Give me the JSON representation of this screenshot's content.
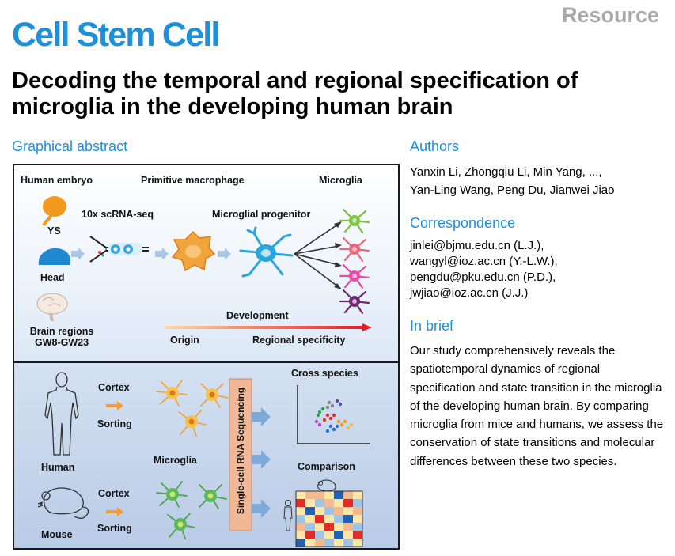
{
  "header": {
    "article_type": "Resource",
    "journal": "Cell Stem Cell",
    "title": "Decoding the temporal and regional specification of microglia in the developing human brain"
  },
  "graphical_abstract": {
    "heading": "Graphical abstract",
    "top": {
      "human_embryo": "Human embryo",
      "primitive_macrophage": "Primitive macrophage",
      "microglia": "Microglia",
      "ys": "YS",
      "head": "Head",
      "brain_regions": "Brain regions",
      "gw_range": "GW8-GW23",
      "scrna": "10x scRNA-seq",
      "progenitor": "Microglial progenitor",
      "development": "Development",
      "origin": "Origin",
      "regional_specificity": "Regional specificity"
    },
    "bottom": {
      "cortex_top": "Cortex",
      "sorting_top": "Sorting",
      "human": "Human",
      "microglia": "Microglia",
      "cortex_bottom": "Cortex",
      "sorting_bottom": "Sorting",
      "mouse": "Mouse",
      "sequencing": "Single-cell RNA Sequencing",
      "cross_species": "Cross species",
      "comparison": "Comparison"
    },
    "colors": {
      "ys": "#f39a1e",
      "head": "#1e88d0",
      "macrophage": "#f1a33c",
      "progenitor": "#2aa6de",
      "microglia_cells": [
        "#7bc143",
        "#e8697a",
        "#e54aa5",
        "#6b2a6e"
      ],
      "development_arrow": [
        "#fcd9a0",
        "#e81d25"
      ]
    },
    "heatmap_colors": [
      [
        "#fbe6a8",
        "#f4b98c",
        "#f4b98c",
        "#fbe6a8",
        "#2262b0",
        "#f4b98c",
        "#fbe6a8"
      ],
      [
        "#e52a2a",
        "#fbe6a8",
        "#9ec4e6",
        "#f4b98c",
        "#fbe6a8",
        "#e52a2a",
        "#9ec4e6"
      ],
      [
        "#fbe6a8",
        "#2262b0",
        "#fbe6a8",
        "#9ec4e6",
        "#f4b98c",
        "#fbe6a8",
        "#f4b98c"
      ],
      [
        "#9ec4e6",
        "#fbe6a8",
        "#e52a2a",
        "#fbe6a8",
        "#9ec4e6",
        "#2262b0",
        "#fbe6a8"
      ],
      [
        "#f4b98c",
        "#9ec4e6",
        "#fbe6a8",
        "#e52a2a",
        "#fbe6a8",
        "#f4b98c",
        "#9ec4e6"
      ],
      [
        "#fbe6a8",
        "#e52a2a",
        "#9ec4e6",
        "#fbe6a8",
        "#2262b0",
        "#fbe6a8",
        "#e52a2a"
      ],
      [
        "#2262b0",
        "#fbe6a8",
        "#f4b98c",
        "#9ec4e6",
        "#fbe6a8",
        "#9ec4e6",
        "#fbe6a8"
      ]
    ]
  },
  "authors": {
    "heading": "Authors",
    "line1": "Yanxin Li, Zhongqiu Li, Min Yang, ...,",
    "line2": "Yan-Ling Wang, Peng Du, Jianwei Jiao"
  },
  "correspondence": {
    "heading": "Correspondence",
    "emails": [
      "jinlei@bjmu.edu.cn (L.J.),",
      "wangyl@ioz.ac.cn (Y.-L.W.),",
      "pengdu@pku.edu.cn (P.D.),",
      "jwjiao@ioz.ac.cn (J.J.)"
    ]
  },
  "in_brief": {
    "heading": "In brief",
    "text": "Our study comprehensively reveals the spatiotemporal dynamics of regional specification and state transition in the microglia of the developing human brain. By comparing microglia from mice and humans, we assess the conservation of state transitions and molecular differences between these two species."
  }
}
